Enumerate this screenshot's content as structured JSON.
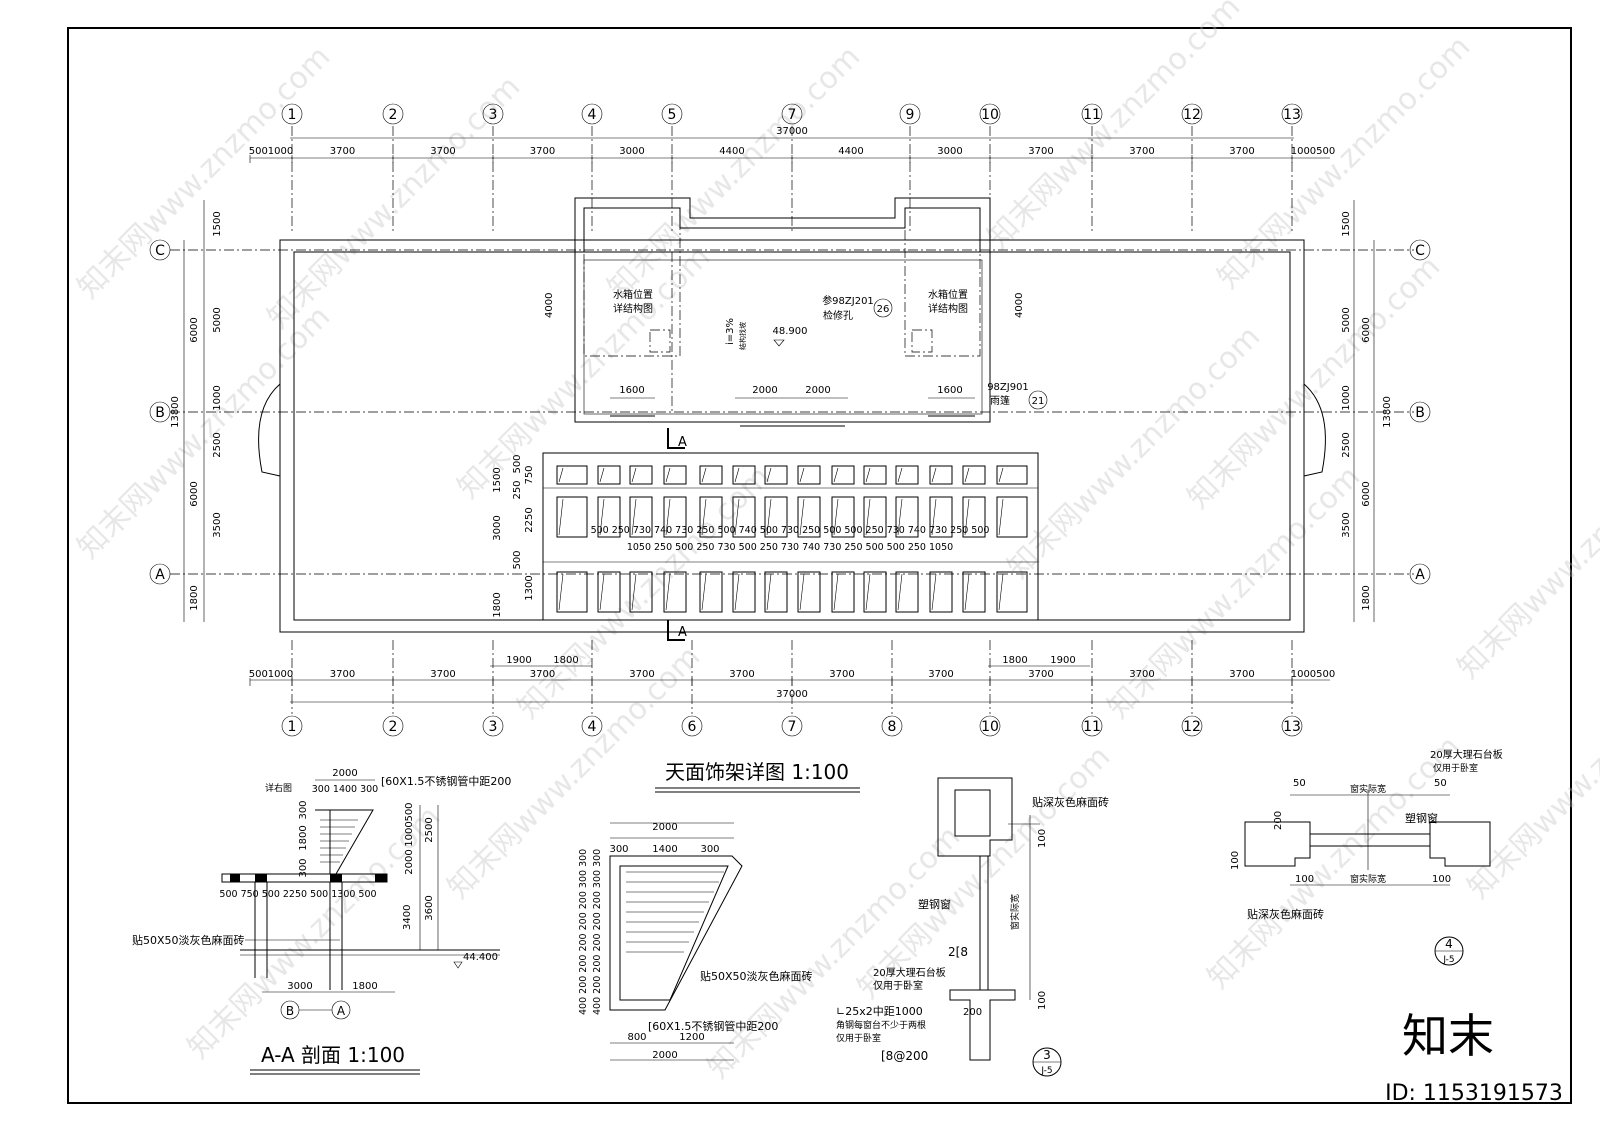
{
  "plan": {
    "title": "天面饰架详图 1:100",
    "axes_top": [
      "1",
      "2",
      "3",
      "4",
      "5",
      "7",
      "9",
      "10",
      "11",
      "12",
      "13"
    ],
    "axes_bottom": [
      "1",
      "2",
      "3",
      "4",
      "6",
      "7",
      "8",
      "10",
      "11",
      "12",
      "13"
    ],
    "axes_side": [
      "C",
      "B",
      "A"
    ],
    "dims_top": [
      "5001000",
      "3700",
      "3700",
      "3700",
      "3000",
      "4400",
      "4400",
      "3000",
      "3700",
      "3700",
      "3700",
      "1000500"
    ],
    "dims_bottom": [
      "5001000",
      "3700",
      "3700",
      "3700",
      "3700",
      "3700",
      "3700",
      "3700",
      "3700",
      "3700",
      "3700",
      "1000500"
    ],
    "total": "37000",
    "left_dims_outer": [
      "6000",
      "6000",
      "1800"
    ],
    "left_dims_inner": [
      "1500",
      "5000",
      "1000",
      "2500",
      "3500"
    ],
    "total_depth": "13800",
    "water_tank_label": "水箱位置",
    "water_tank_sub": "详结构图",
    "ref_1": "参98ZJ201",
    "ref_1_sub": "检修孔",
    "ref_1_num": "26",
    "ref_2": "98ZJ901",
    "ref_2_num": "21",
    "ref_2_sub": "雨篷",
    "slope": "i=3%",
    "slope_sub": "结构找坡",
    "level": "48.900",
    "dim_4000": "4000",
    "dim_1600": "1600",
    "dim_2000": "2000",
    "dim_1900": "1900",
    "dim_1800": "1800",
    "section_mark": "A",
    "grid_dims_row": "500 250 730 740 730 250 500 740 500 730 250 500 500 250 730 740 730 250 500",
    "grid_dims_row2": "1050 250 500 250 730 500 250 730 740 730 250 500 500 250 1050",
    "grid_dims_left": [
      "500",
      "750",
      "1500",
      "250",
      "2250",
      "3000",
      "500",
      "1300",
      "1800"
    ]
  },
  "section_aa": {
    "title": "A-A 剖面 1:100",
    "top_dim": "2000",
    "sub_dims": "300 1400 300",
    "pipe_note": "[60X1.5不锈钢管中距200",
    "detail_ref": "详右图",
    "row_dims": "500 750 500 2250 500 1300 500",
    "vert_dims": [
      "300",
      "1800",
      "300"
    ],
    "right_dims": [
      "2500",
      "3600",
      "500",
      "1000",
      "2000"
    ],
    "dim_3400": "3400",
    "tile": "贴50X50淡灰色麻面砖",
    "level": "44.400",
    "bottom_dims": [
      "3000",
      "1800"
    ],
    "axes": [
      "B",
      "A"
    ]
  },
  "detail_frame": {
    "top_dim": "2000",
    "sub_dims": [
      "300",
      "1400",
      "300"
    ],
    "left_dims": "400 200 200 200 200 200 300 300",
    "tile": "贴50X50淡灰色麻面砖",
    "pipe": "[60X1.5不锈钢管中距200",
    "bottom_dims": [
      "800",
      "1200"
    ],
    "total": "2000"
  },
  "detail_3": {
    "tile": "贴深灰色麻面砖",
    "window": "塑钢窗",
    "rebar": "2[8",
    "marble": "20厚大理石台板",
    "marble_sub": "仅用于卧室",
    "angle": "∟25x2中距1000",
    "angle_sub": "角钢每窗台不少于两根",
    "angle_sub2": "仅用于卧室",
    "bar": "[8@200",
    "dim_200": "200",
    "dim_100": "100",
    "window_width": "窗实际宽",
    "num": "3",
    "sheet": "J-5"
  },
  "detail_4": {
    "marble": "20厚大理石台板",
    "marble_sub": "仅用于卧室",
    "window": "塑钢窗",
    "window_width": "窗实际宽",
    "tile": "贴深灰色麻面砖",
    "dim_50": "50",
    "dim_200": "200",
    "dim_100": "100",
    "num": "4",
    "sheet": "J-5"
  },
  "watermark": {
    "logo": "知末",
    "id": "ID: 1153191573",
    "repeat": "知末网www.znzmo.com"
  }
}
